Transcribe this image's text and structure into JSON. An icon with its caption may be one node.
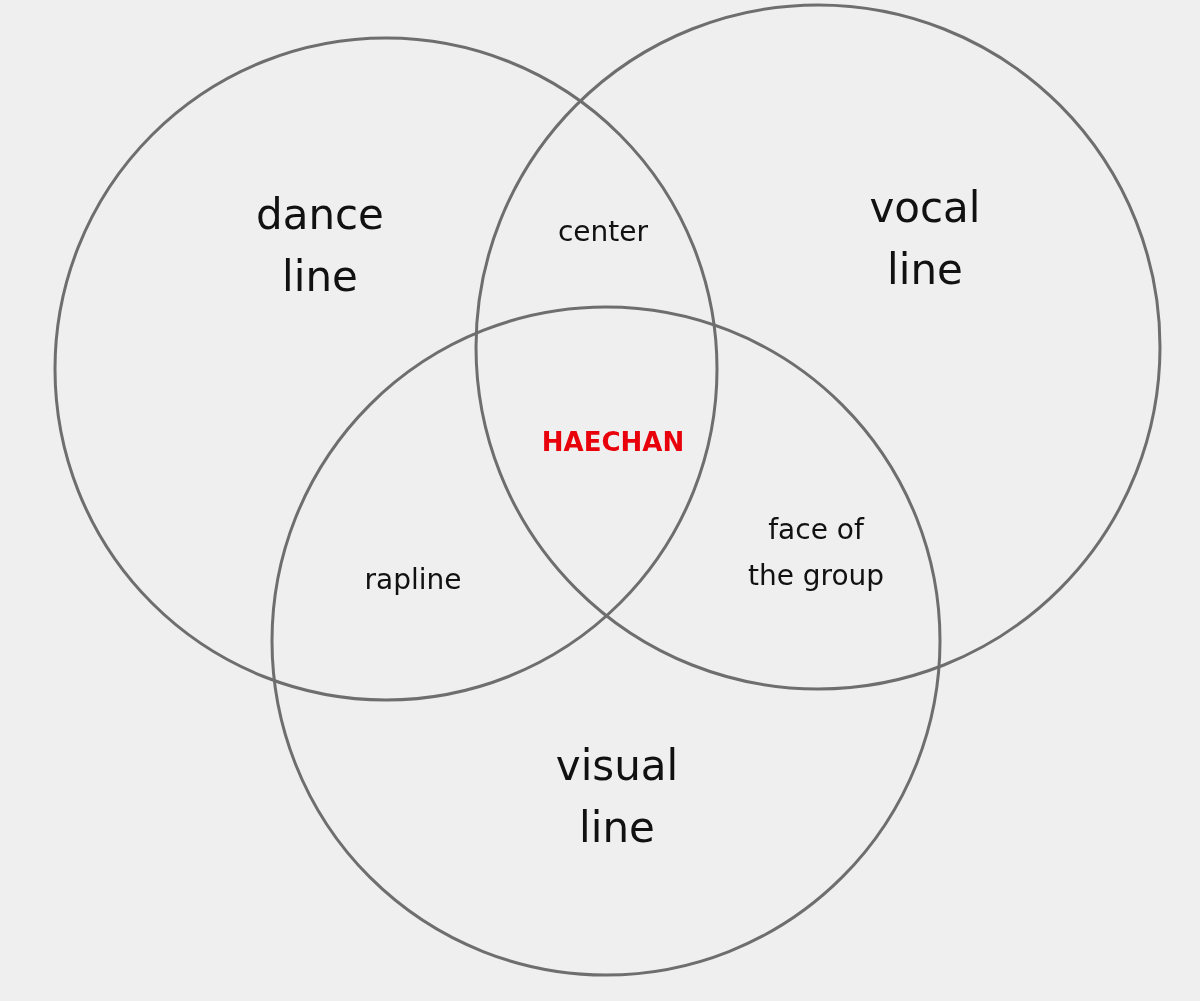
{
  "diagram": {
    "nodes": [
      {
        "text": [
          "dance line"
        ]
      },
      {
        "text": [
          "vocal line"
        ]
      },
      {
        "text": [
          "visual line"
        ]
      }
    ],
    "edges": [],
    "labels": [
      "center",
      "HAECHAN",
      "face of the group",
      "rapline"
    ]
  }
}
